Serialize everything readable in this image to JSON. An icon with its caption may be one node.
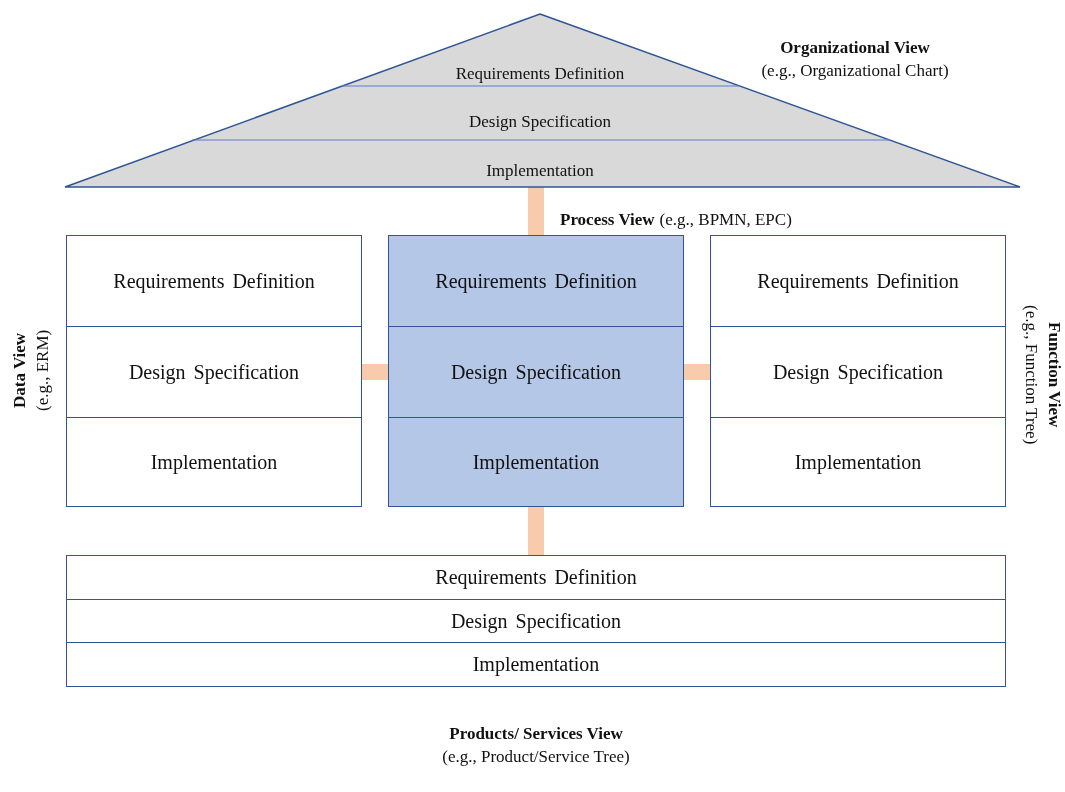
{
  "diagram": {
    "nodes": [
      {
        "text": [
          "Organizational View",
          "(e.g., Organizational Chart)"
        ]
      },
      {
        "text": [
          "Requirements Definition"
        ],
        "in": 0
      },
      {
        "text": [
          "Design Specification"
        ],
        "in": 0
      },
      {
        "text": [
          "Implementation"
        ],
        "in": 0
      },
      {
        "text": [
          "Data View",
          "(e.g., ERM)"
        ]
      },
      {
        "text": [
          "Requirements Definition"
        ],
        "in": 4
      },
      {
        "text": [
          "Design Specification"
        ],
        "in": 4
      },
      {
        "text": [
          "Implementation"
        ],
        "in": 4
      },
      {
        "text": [
          "Process View",
          "(e.g., BPMN, EPC)"
        ]
      },
      {
        "text": [
          "Requirements Definition"
        ],
        "in": 8
      },
      {
        "text": [
          "Design Specification"
        ],
        "in": 8
      },
      {
        "text": [
          "Implementation"
        ],
        "in": 8
      },
      {
        "text": [
          "Function View",
          "(e.g., Function Tree)"
        ]
      },
      {
        "text": [
          "Requirements Definition"
        ],
        "in": 12
      },
      {
        "text": [
          "Design Specification"
        ],
        "in": 12
      },
      {
        "text": [
          "Implementation"
        ],
        "in": 12
      },
      {
        "text": [
          "Products/ Services View",
          "(e.g., Product/Service Tree)"
        ]
      },
      {
        "text": [
          "Requirements Definition"
        ],
        "in": 16
      },
      {
        "text": [
          "Design Specification"
        ],
        "in": 16
      },
      {
        "text": [
          "Implementation"
        ],
        "in": 16
      }
    ],
    "edges": [
      {
        "from": 9,
        "to": 3,
        "arrow": "none"
      },
      {
        "from": 6,
        "to": 10,
        "arrow": "none"
      },
      {
        "from": 10,
        "to": 14,
        "arrow": "none"
      },
      {
        "from": 11,
        "to": 17,
        "arrow": "none"
      }
    ]
  }
}
